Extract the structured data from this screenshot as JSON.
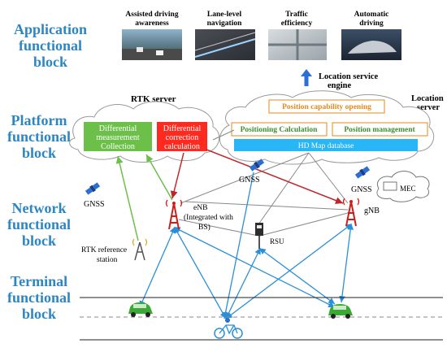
{
  "blocks": {
    "application": [
      "Application",
      "functional",
      "block"
    ],
    "platform": [
      "Platform",
      "functional",
      "block"
    ],
    "network": [
      "Network",
      "functional",
      "block"
    ],
    "terminal": [
      "Terminal",
      "functional",
      "block"
    ]
  },
  "apps": [
    {
      "l1": "Assisted driving",
      "l2": "awareness"
    },
    {
      "l1": "Lane-level",
      "l2": "navigation"
    },
    {
      "l1": "Traffic",
      "l2": "efficiency"
    },
    {
      "l1": "Automatic",
      "l2": "driving"
    }
  ],
  "location_engine": [
    "Location service",
    "engine"
  ],
  "location_server": [
    "Location",
    "server"
  ],
  "rtk_server": "RTK server",
  "diff_measurement": [
    "Differential",
    "measurement",
    "Collection"
  ],
  "diff_correction": [
    "Differential",
    "correction",
    "calculation"
  ],
  "position_capability": "Position capability opening",
  "positioning_calc": "Positioning Calculation",
  "position_mgmt": "Position management",
  "hd_map": "HD Map database",
  "gnss_left": "GNSS",
  "gnss_center": "GNSS",
  "gnss_right": "GNSS",
  "mec": "MEC",
  "enb": [
    "eNB",
    "(Integrated with",
    "BS)"
  ],
  "gnb": "gNB",
  "rsu": "RSU",
  "rtk_station": [
    "RTK reference",
    "station"
  ],
  "colors": {
    "block_title": "#2e86c1",
    "green_box": "#6cc04a",
    "red_box": "#ff2a1f",
    "cyan_bar": "#29b6f6",
    "orange_text": "#e08a1e",
    "green_text": "#3e8e2e",
    "arrow_blue": "#2a8fd8",
    "arrow_green": "#6cc04a",
    "arrow_red": "#c0242a",
    "tower_red": "#cc1f1a",
    "car_green": "#3aaa35"
  }
}
